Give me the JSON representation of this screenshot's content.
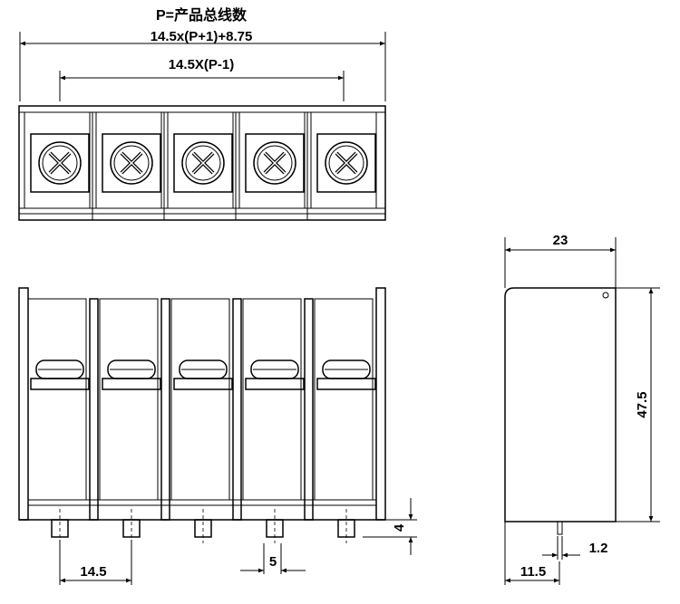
{
  "header": {
    "title": "P=产品总线数",
    "overall_length_formula": "14.5x(P+1)+8.75",
    "pitch_span_formula": "14.5X(P-1)"
  },
  "top_view": {
    "positions": 5
  },
  "front_view": {
    "pitch": "14.5",
    "pin_width": "5",
    "pin_length": "4"
  },
  "side_view": {
    "width": "23",
    "height": "47.5",
    "pin_thickness": "1.2",
    "pin_offset": "11.5"
  },
  "colors": {
    "line": "#000000",
    "background": "#ffffff"
  }
}
